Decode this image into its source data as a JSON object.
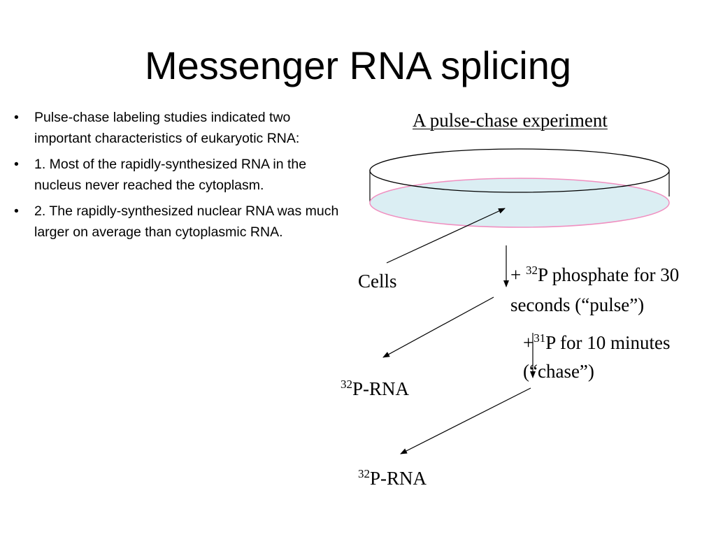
{
  "slide": {
    "title": "Messenger RNA splicing",
    "bullets": [
      "Pulse-chase labeling studies indicated two important characteristics of eukaryotic RNA:",
      "1. Most  of the rapidly-synthesized RNA in the nucleus never reached the cytoplasm.",
      "2. The rapidly-synthesized nuclear RNA was much larger on average than cytoplasmic RNA."
    ],
    "bullet_glyph": "•"
  },
  "diagram": {
    "title": "A pulse-chase experiment",
    "cells_label": "Cells",
    "pulse": {
      "prefix": "+ ",
      "isotope": "32",
      "text": "P phosphate for 30 seconds (“pulse”)"
    },
    "chase": {
      "prefix": "+",
      "isotope": "31",
      "text": "P for 10 minutes (“chase”)"
    },
    "product_1": {
      "isotope": "32",
      "text": "P-RNA"
    },
    "product_2": {
      "isotope": "32",
      "text": "P-RNA"
    },
    "colors": {
      "media_fill": "#dbeef3",
      "media_stroke": "#f08fc0",
      "line": "#000000"
    }
  }
}
